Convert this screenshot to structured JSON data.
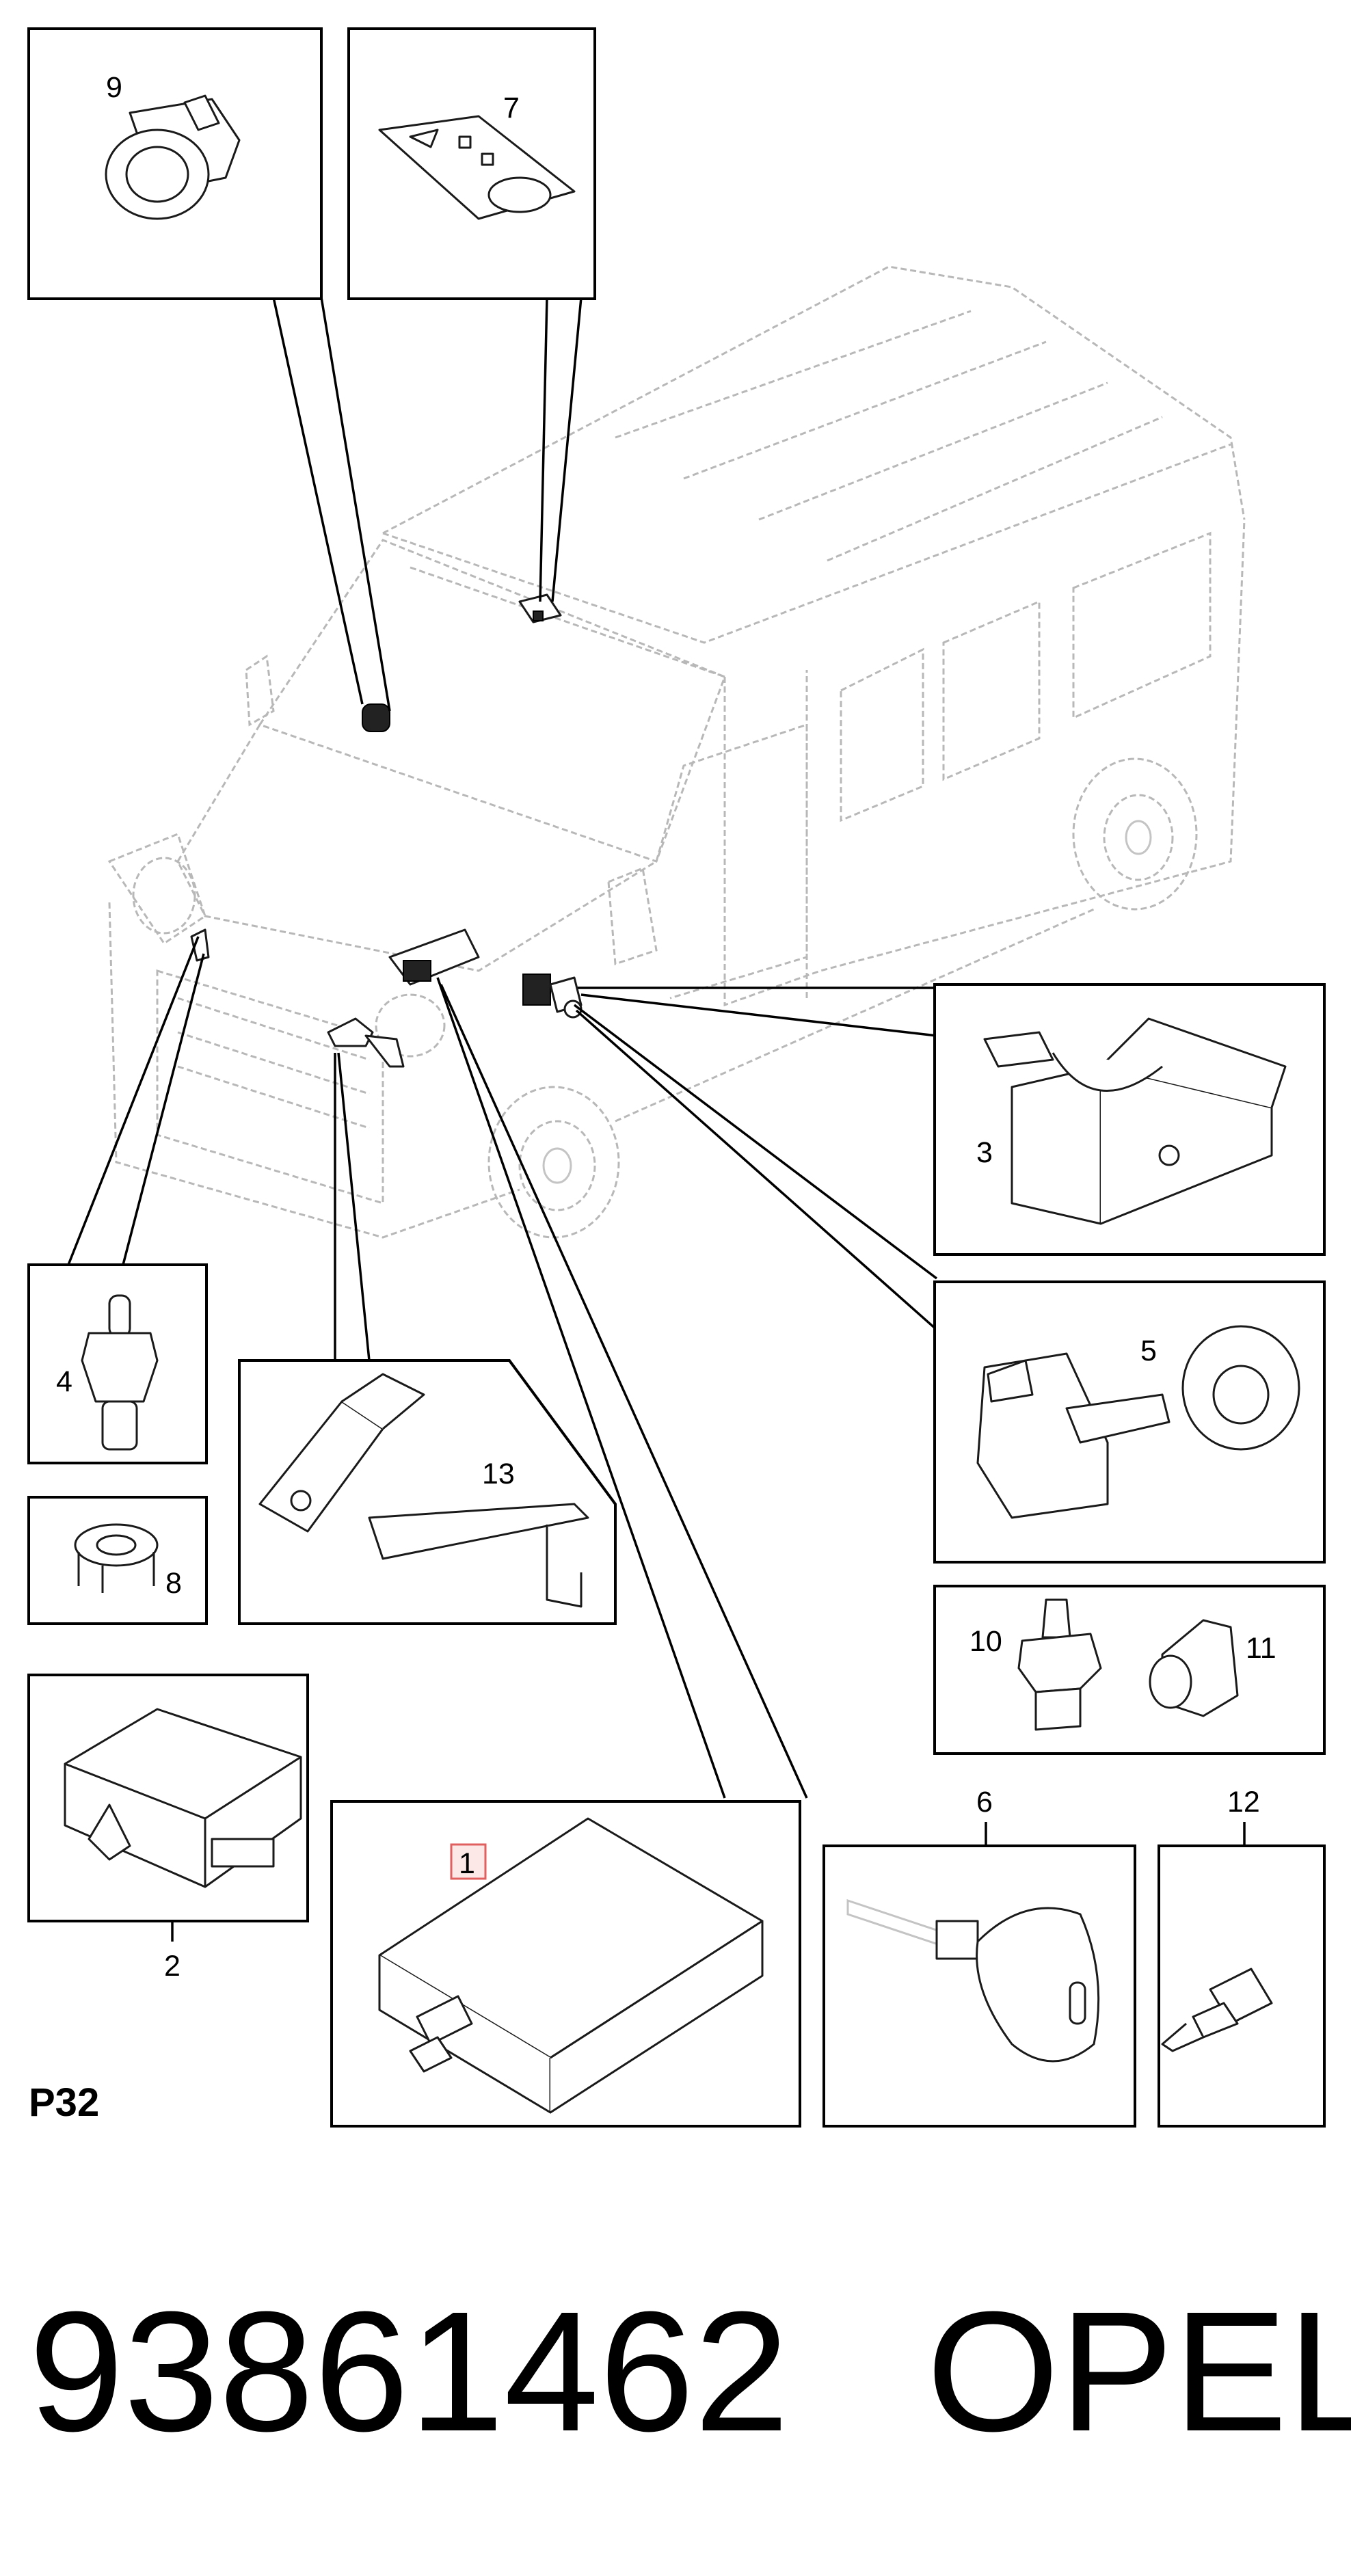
{
  "callouts": {
    "c1": "1",
    "c2": "2",
    "c3": "3",
    "c4": "4",
    "c5": "5",
    "c6": "6",
    "c7": "7",
    "c8": "8",
    "c9": "9",
    "c10": "10",
    "c11": "11",
    "c12": "12",
    "c13": "13"
  },
  "page_group": "P32",
  "footer": {
    "part_number": "93861462",
    "brand": "OPEL"
  },
  "colors": {
    "lines": "#000000",
    "vehicle_outline": "#b8b8b8",
    "highlight_box": "#e06060",
    "highlight_fill": "#fde8e8"
  },
  "icons": [
    "van-outline",
    "immobiliser-control-unit",
    "antenna-coil",
    "transceiver-module"
  ]
}
